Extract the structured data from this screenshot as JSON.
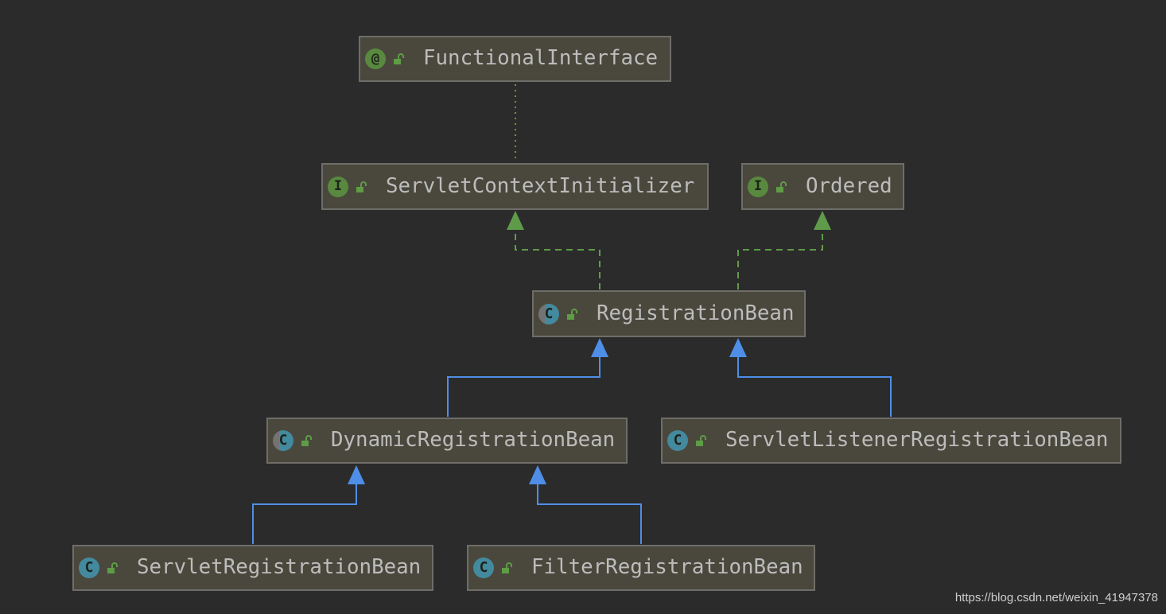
{
  "diagram": {
    "nodes": [
      {
        "label": "FunctionalInterface",
        "icon": "annotation-icon",
        "icon_glyph": "@",
        "access_icon": "open-lock-icon"
      },
      {
        "label": "ServletContextInitializer",
        "icon": "interface-icon",
        "icon_glyph": "I",
        "access_icon": "open-lock-icon"
      },
      {
        "label": "Ordered",
        "icon": "interface-icon",
        "icon_glyph": "I",
        "access_icon": "open-lock-icon"
      },
      {
        "label": "RegistrationBean",
        "icon": "abstract-class-icon",
        "icon_glyph": "C",
        "access_icon": "open-lock-icon"
      },
      {
        "label": "DynamicRegistrationBean",
        "icon": "abstract-class-icon",
        "icon_glyph": "C",
        "access_icon": "open-lock-icon"
      },
      {
        "label": "ServletListenerRegistrationBean",
        "icon": "class-icon",
        "icon_glyph": "C",
        "access_icon": "open-lock-icon"
      },
      {
        "label": "ServletRegistrationBean",
        "icon": "class-icon",
        "icon_glyph": "C",
        "access_icon": "open-lock-icon"
      },
      {
        "label": "FilterRegistrationBean",
        "icon": "class-icon",
        "icon_glyph": "C",
        "access_icon": "open-lock-icon"
      }
    ]
  },
  "watermark": "https://blog.csdn.net/weixin_41947378",
  "colors": {
    "background": "#2b2b2b",
    "node_fill": "#4a483d",
    "node_border": "#6e6d68",
    "node_text": "#bcbcbc",
    "annotation_icon": "#58893f",
    "interface_icon": "#58893f",
    "class_icon": "#448a9f",
    "abstract_marker": "#737373",
    "access_icon": "#5e9c45",
    "annotation_edge": "#8a8838",
    "implements_edge": "#5f9b4a",
    "extends_edge": "#4f8ee6",
    "watermark_text": "#cfcfcf"
  }
}
